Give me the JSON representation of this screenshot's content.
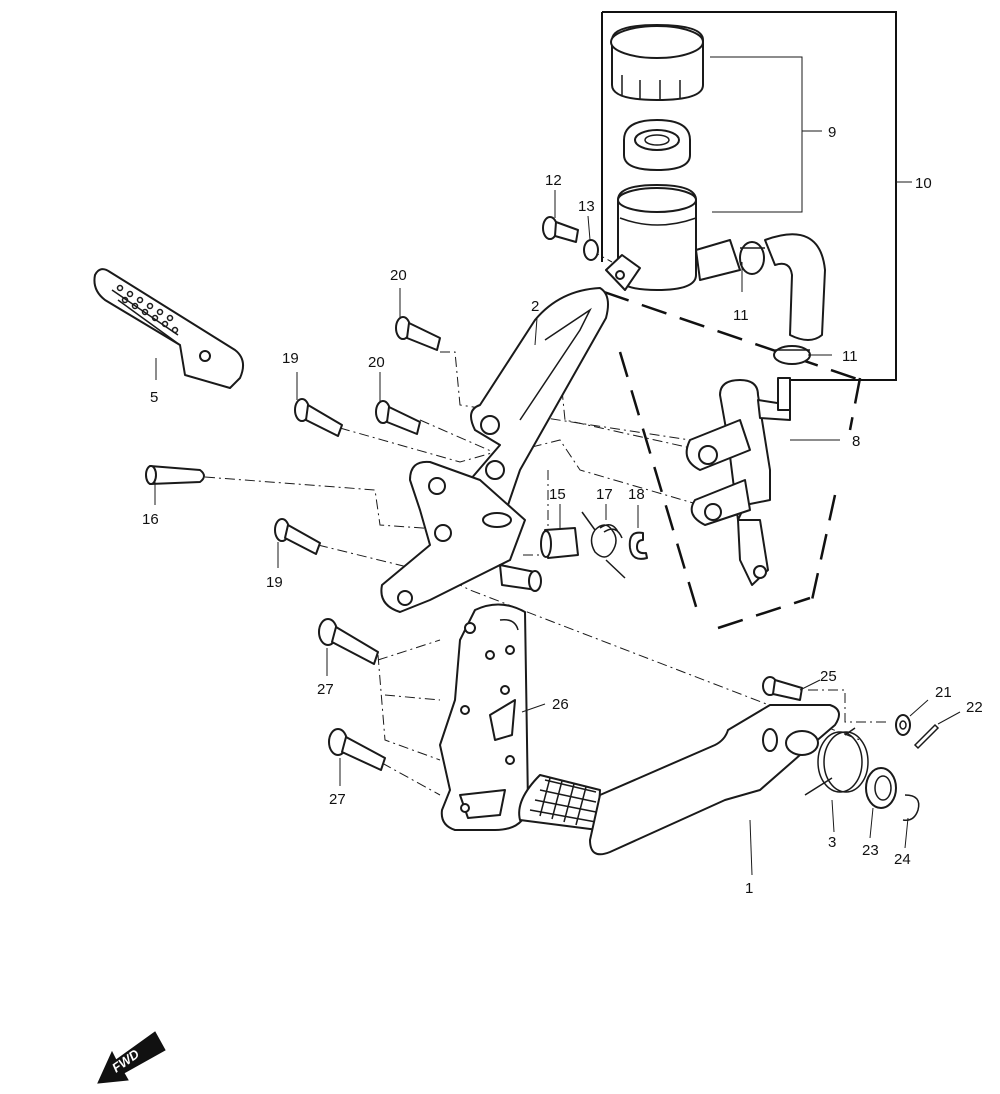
{
  "callouts": [
    {
      "id": "1",
      "text": "1"
    },
    {
      "id": "2",
      "text": "2"
    },
    {
      "id": "3",
      "text": "3"
    },
    {
      "id": "5",
      "text": "5"
    },
    {
      "id": "8",
      "text": "8"
    },
    {
      "id": "9",
      "text": "9"
    },
    {
      "id": "10",
      "text": "10"
    },
    {
      "id": "11a",
      "text": "11"
    },
    {
      "id": "11b",
      "text": "11"
    },
    {
      "id": "12",
      "text": "12"
    },
    {
      "id": "13",
      "text": "13"
    },
    {
      "id": "15",
      "text": "15"
    },
    {
      "id": "16",
      "text": "16"
    },
    {
      "id": "17",
      "text": "17"
    },
    {
      "id": "18",
      "text": "18"
    },
    {
      "id": "19a",
      "text": "19"
    },
    {
      "id": "19b",
      "text": "19"
    },
    {
      "id": "20a",
      "text": "20"
    },
    {
      "id": "20b",
      "text": "20"
    },
    {
      "id": "21",
      "text": "21"
    },
    {
      "id": "22",
      "text": "22"
    },
    {
      "id": "23",
      "text": "23"
    },
    {
      "id": "24",
      "text": "24"
    },
    {
      "id": "25",
      "text": "25"
    },
    {
      "id": "26",
      "text": "26"
    },
    {
      "id": "27a",
      "text": "27"
    },
    {
      "id": "27b",
      "text": "27"
    }
  ],
  "fwd_label": "FWD"
}
